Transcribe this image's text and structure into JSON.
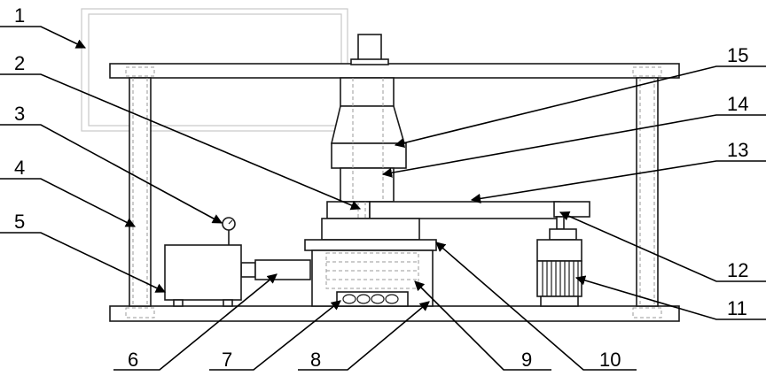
{
  "labels": {
    "l1": "1",
    "l2": "2",
    "l3": "3",
    "l4": "4",
    "l5": "5",
    "l6": "6",
    "l7": "7",
    "l8": "8",
    "l9": "9",
    "l10": "10",
    "l11": "11",
    "l12": "12",
    "l13": "13",
    "l14": "14",
    "l15": "15"
  }
}
